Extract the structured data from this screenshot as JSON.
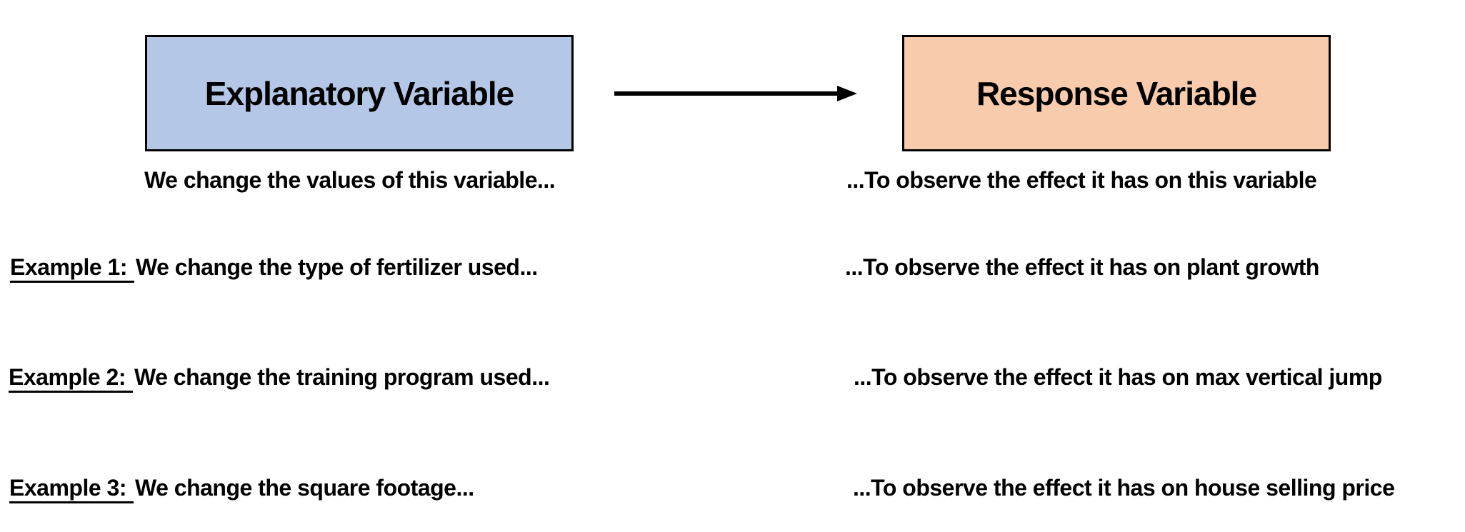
{
  "diagram": {
    "explanatory_box": {
      "label": "Explanatory Variable",
      "fill": "#B4C7E7",
      "border": "#000000"
    },
    "response_box": {
      "label": "Response Variable",
      "fill": "#F8CBAD",
      "border": "#000000"
    },
    "arrow": {
      "direction": "right",
      "color": "#000000"
    },
    "caption_row": {
      "left": "We change the values of this variable...",
      "right": "...To observe the effect it has on this variable"
    },
    "examples": [
      {
        "label": "Example 1:",
        "left": "We change the type of fertilizer used...",
        "right": "...To observe the effect it has on plant growth"
      },
      {
        "label": "Example 2:",
        "left": "We change the training program used...",
        "right": "...To observe the effect it has on max vertical jump"
      },
      {
        "label": "Example 3:",
        "left": "We change the square footage...",
        "right": "...To observe the effect it has on house selling price"
      }
    ]
  }
}
